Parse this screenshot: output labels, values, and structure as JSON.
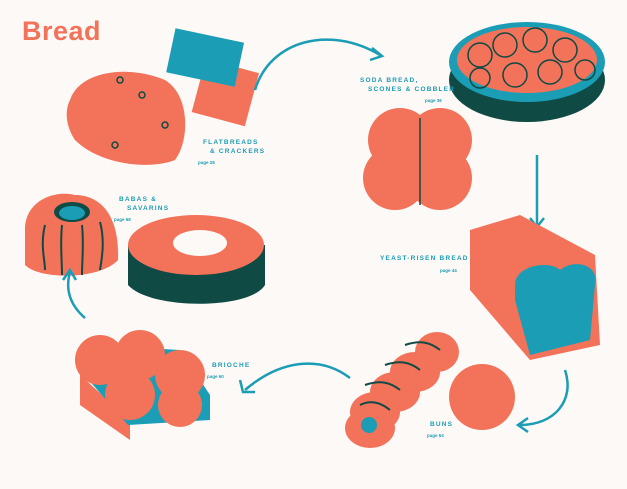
{
  "title": "Bread",
  "colors": {
    "coral": "#f2735a",
    "teal": "#1a9db5",
    "dark_green": "#0f4a44",
    "background": "#fdf9f7"
  },
  "categories": [
    {
      "name": "flatbreads",
      "line1": "FLATBREADS",
      "line2": "& CRACKERS",
      "page": "page 28"
    },
    {
      "name": "soda-bread",
      "line1": "SODA BREAD,",
      "line2": "SCONES & COBBLER",
      "page": "page 36"
    },
    {
      "name": "yeast-risen",
      "line1": "YEAST-RISEN BREAD",
      "page": "page 44"
    },
    {
      "name": "buns",
      "line1": "BUNS",
      "page": "page 54"
    },
    {
      "name": "brioche",
      "line1": "BRIOCHE",
      "page": "page 60"
    },
    {
      "name": "babas",
      "line1": "BABAS &",
      "line2": "SAVARINS",
      "page": "page 68"
    }
  ]
}
